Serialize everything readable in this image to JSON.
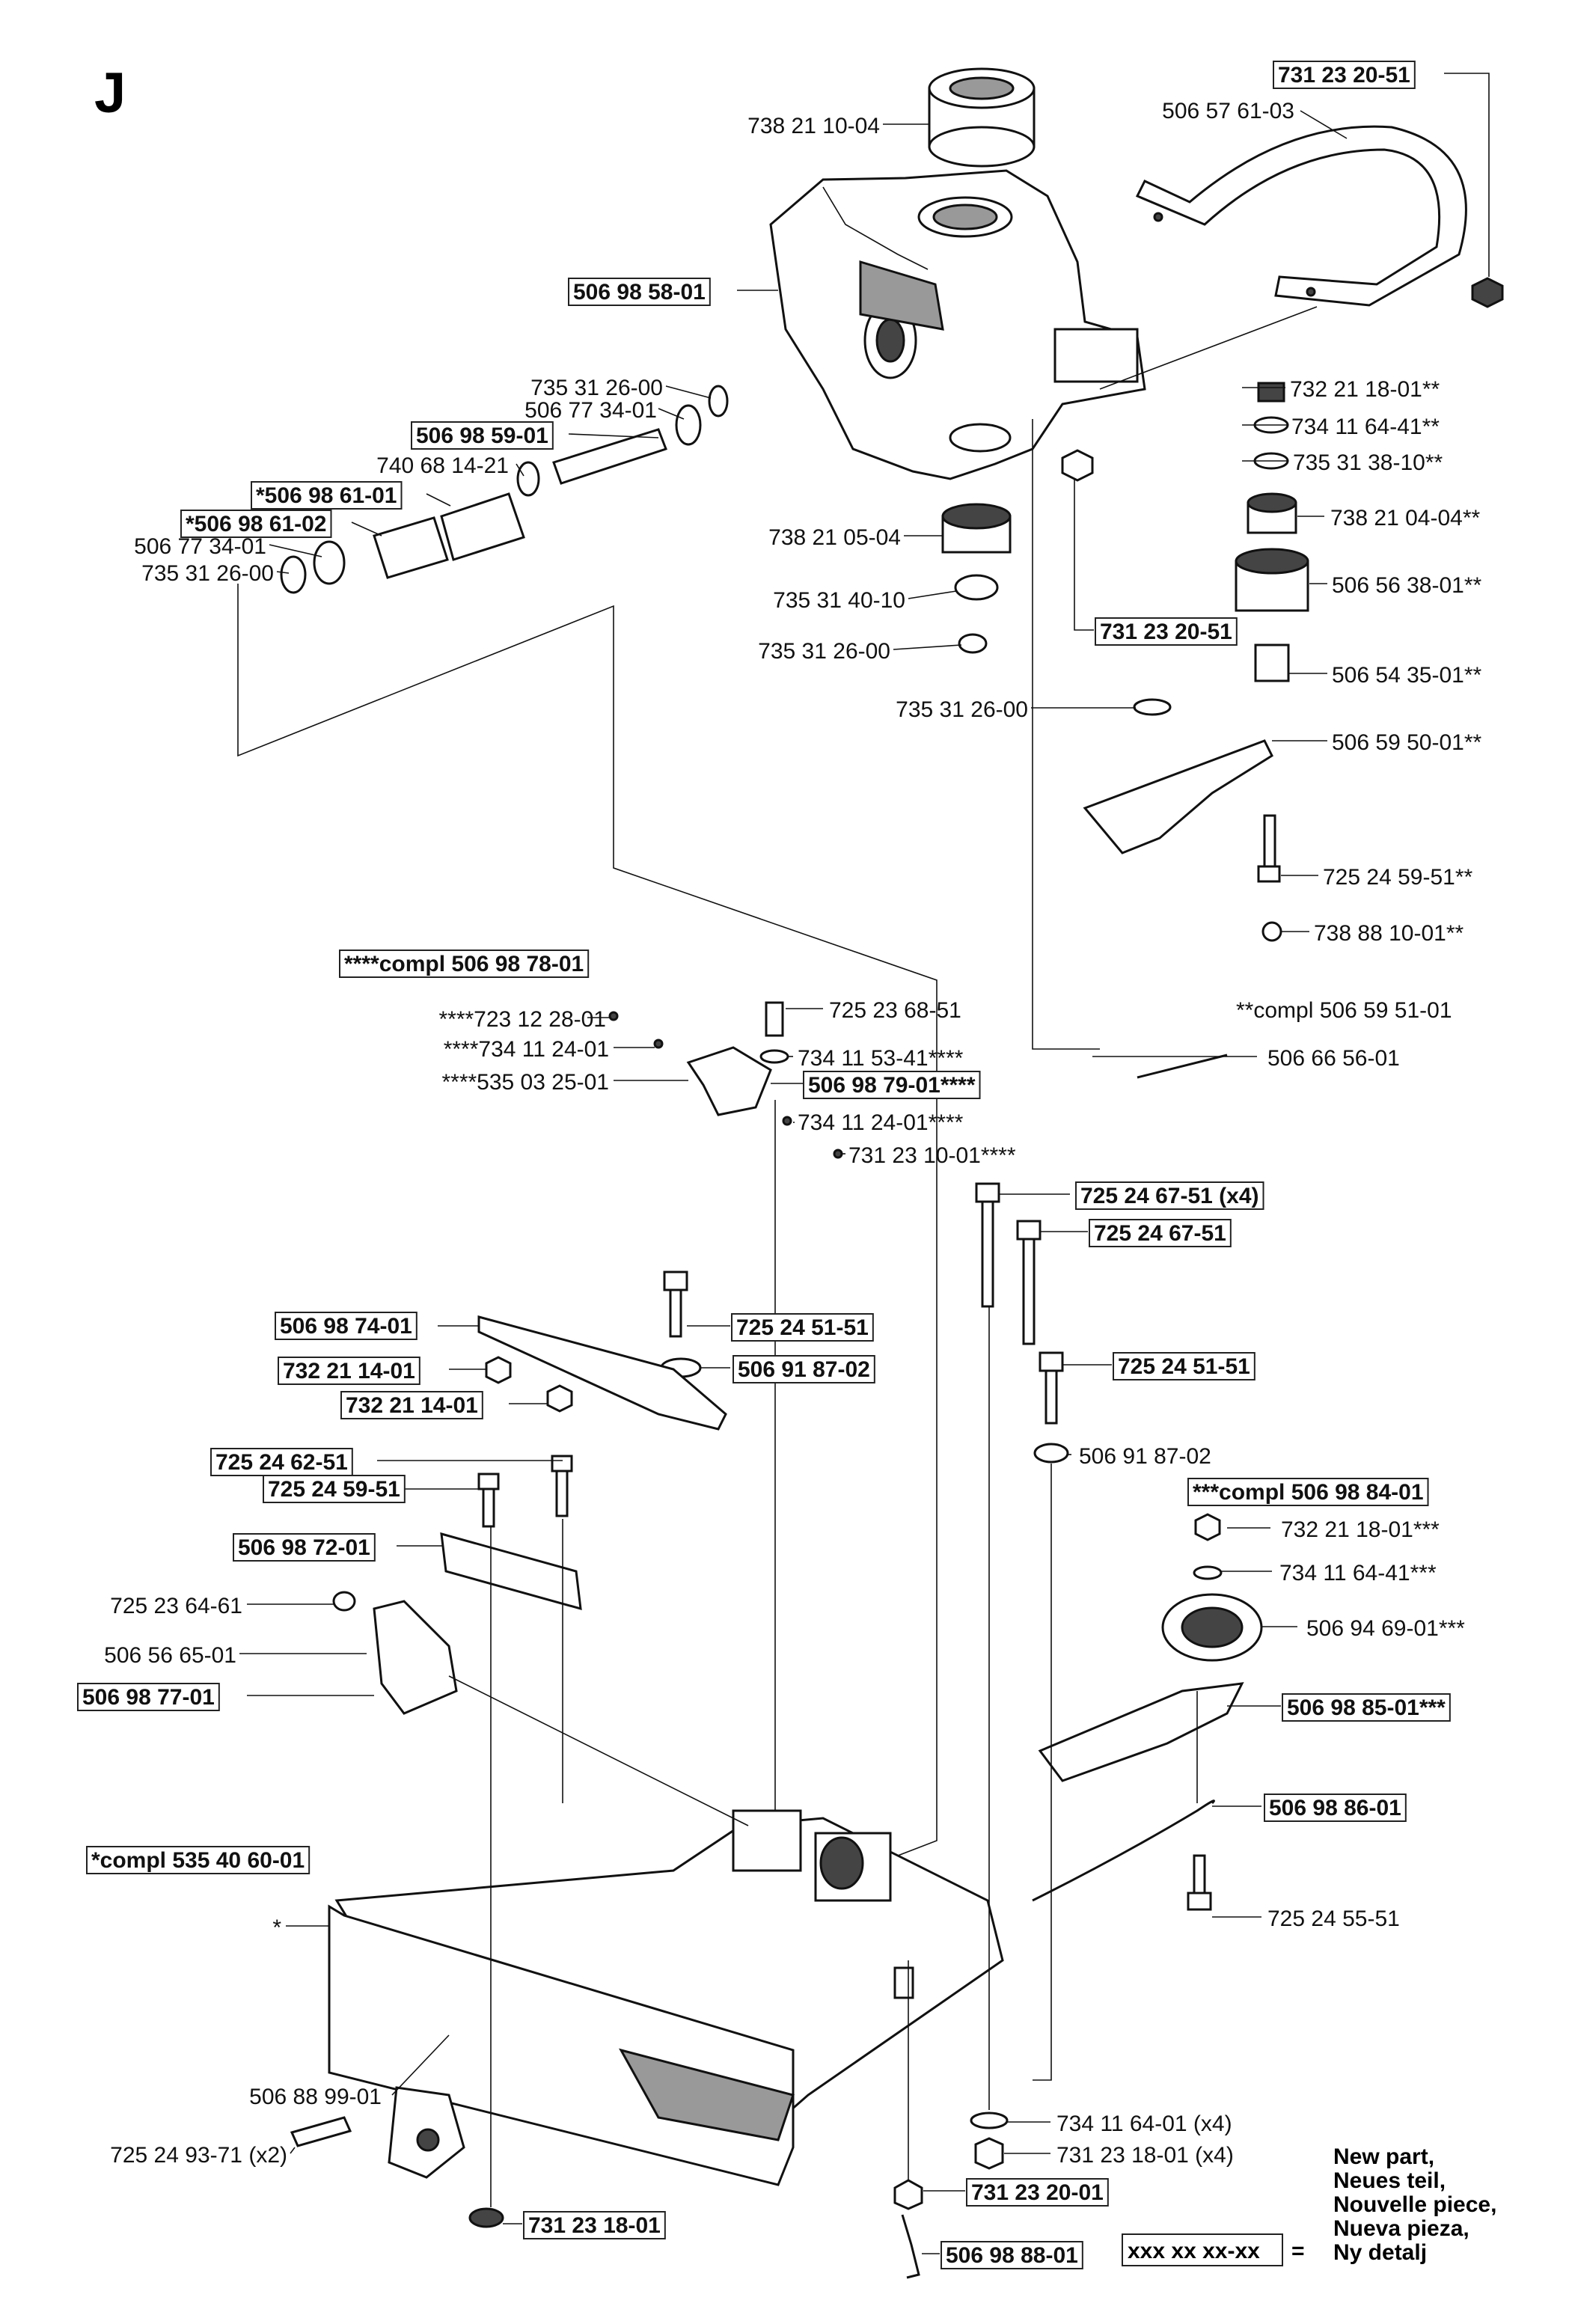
{
  "section_letter": "J",
  "labels": [
    {
      "id": "l1",
      "text": "738 21 10-04",
      "boxed": false
    },
    {
      "id": "l2",
      "text": "731 23 20-51",
      "boxed": true
    },
    {
      "id": "l3",
      "text": "506 57 61-03",
      "boxed": false
    },
    {
      "id": "l4",
      "text": "506 98 58-01",
      "boxed": true
    },
    {
      "id": "l5",
      "text": "735 31 26-00",
      "boxed": false
    },
    {
      "id": "l6",
      "text": "506 77 34-01",
      "boxed": false
    },
    {
      "id": "l7",
      "text": "506 98 59-01",
      "boxed": true
    },
    {
      "id": "l8",
      "text": "740 68 14-21",
      "boxed": false
    },
    {
      "id": "l9",
      "text": "*506 98 61-01",
      "boxed": true
    },
    {
      "id": "l10",
      "text": "*506 98 61-02",
      "boxed": true
    },
    {
      "id": "l11",
      "text": "506 77 34-01",
      "boxed": false
    },
    {
      "id": "l12",
      "text": "735 31 26-00",
      "boxed": false
    },
    {
      "id": "l13",
      "text": "738 21 05-04",
      "boxed": false
    },
    {
      "id": "l14",
      "text": "735 31 40-10",
      "boxed": false
    },
    {
      "id": "l15",
      "text": "735 31 26-00",
      "boxed": false
    },
    {
      "id": "l16",
      "text": "731 23 20-51",
      "boxed": true
    },
    {
      "id": "l17",
      "text": "735 31 26-00",
      "boxed": false
    },
    {
      "id": "l18",
      "text": "732 21 18-01**",
      "boxed": false
    },
    {
      "id": "l19",
      "text": "734 11 64-41**",
      "boxed": false
    },
    {
      "id": "l20",
      "text": "735 31 38-10**",
      "boxed": false
    },
    {
      "id": "l21",
      "text": "738 21 04-04**",
      "boxed": false
    },
    {
      "id": "l22",
      "text": "506 56 38-01**",
      "boxed": false
    },
    {
      "id": "l23",
      "text": "506 54 35-01**",
      "boxed": false
    },
    {
      "id": "l24",
      "text": "506 59 50-01**",
      "boxed": false
    },
    {
      "id": "l25",
      "text": "725 24 59-51**",
      "boxed": false
    },
    {
      "id": "l26",
      "text": "738 88 10-01**",
      "boxed": false
    },
    {
      "id": "l27",
      "text": "**compl 506 59 51-01",
      "boxed": false
    },
    {
      "id": "l28",
      "text": "506 66 56-01",
      "boxed": false
    },
    {
      "id": "l29",
      "text": "****compl 506 98 78-01",
      "boxed": true
    },
    {
      "id": "l30",
      "text": "****723 12 28-01",
      "boxed": false
    },
    {
      "id": "l31",
      "text": "****734 11 24-01",
      "boxed": false
    },
    {
      "id": "l32",
      "text": "****535 03 25-01",
      "boxed": false
    },
    {
      "id": "l33",
      "text": "725 23 68-51",
      "boxed": false
    },
    {
      "id": "l34",
      "text": "734 11 53-41****",
      "boxed": false
    },
    {
      "id": "l35",
      "text": "506 98 79-01****",
      "boxed": true
    },
    {
      "id": "l36",
      "text": "734 11 24-01****",
      "boxed": false
    },
    {
      "id": "l37",
      "text": "731 23 10-01****",
      "boxed": false
    },
    {
      "id": "l38",
      "text": "725 24 67-51 (x4)",
      "boxed": true
    },
    {
      "id": "l39",
      "text": "725 24 67-51",
      "boxed": true
    },
    {
      "id": "l40",
      "text": "506 98 74-01",
      "boxed": true
    },
    {
      "id": "l41",
      "text": "725 24 51-51",
      "boxed": true
    },
    {
      "id": "l42",
      "text": "732 21 14-01",
      "boxed": true
    },
    {
      "id": "l43",
      "text": "506 91 87-02",
      "boxed": true
    },
    {
      "id": "l44",
      "text": "732 21 14-01",
      "boxed": true
    },
    {
      "id": "l45",
      "text": "725 24 51-51",
      "boxed": true
    },
    {
      "id": "l46",
      "text": "725 24 62-51",
      "boxed": true
    },
    {
      "id": "l47",
      "text": "506 91 87-02",
      "boxed": false
    },
    {
      "id": "l48",
      "text": "725 24 59-51",
      "boxed": true
    },
    {
      "id": "l49",
      "text": "***compl 506 98 84-01",
      "boxed": true
    },
    {
      "id": "l50",
      "text": "506 98 72-01",
      "boxed": true
    },
    {
      "id": "l51",
      "text": "732 21 18-01***",
      "boxed": false
    },
    {
      "id": "l52",
      "text": "734 11 64-41***",
      "boxed": false
    },
    {
      "id": "l53",
      "text": "725 23 64-61",
      "boxed": false
    },
    {
      "id": "l54",
      "text": "506 94 69-01***",
      "boxed": false
    },
    {
      "id": "l55",
      "text": "506 56 65-01",
      "boxed": false
    },
    {
      "id": "l56",
      "text": "506 98 77-01",
      "boxed": true
    },
    {
      "id": "l57",
      "text": "506 98 85-01***",
      "boxed": true
    },
    {
      "id": "l58",
      "text": "506 98 86-01",
      "boxed": true
    },
    {
      "id": "l59",
      "text": "*compl 535 40 60-01",
      "boxed": true
    },
    {
      "id": "l60",
      "text": "725 24 55-51",
      "boxed": false
    },
    {
      "id": "l61",
      "text": "*",
      "boxed": false
    },
    {
      "id": "l62",
      "text": "506 88 99-01",
      "boxed": false
    },
    {
      "id": "l63",
      "text": "734 11 64-01 (x4)",
      "boxed": false
    },
    {
      "id": "l64",
      "text": "725 24 93-71 (x2)",
      "boxed": false
    },
    {
      "id": "l65",
      "text": "731 23 18-01 (x4)",
      "boxed": false
    },
    {
      "id": "l66",
      "text": "731 23 20-01",
      "boxed": true
    },
    {
      "id": "l67",
      "text": "731 23 18-01",
      "boxed": true
    },
    {
      "id": "l68",
      "text": "506 98 88-01",
      "boxed": true
    }
  ],
  "legend": {
    "sample": "xxx xx xx-xx",
    "equals": "=",
    "lines": [
      "New part,",
      "Neues teil,",
      "Nouvelle piece,",
      "Nueva pieza,",
      "Ny detalj"
    ]
  }
}
